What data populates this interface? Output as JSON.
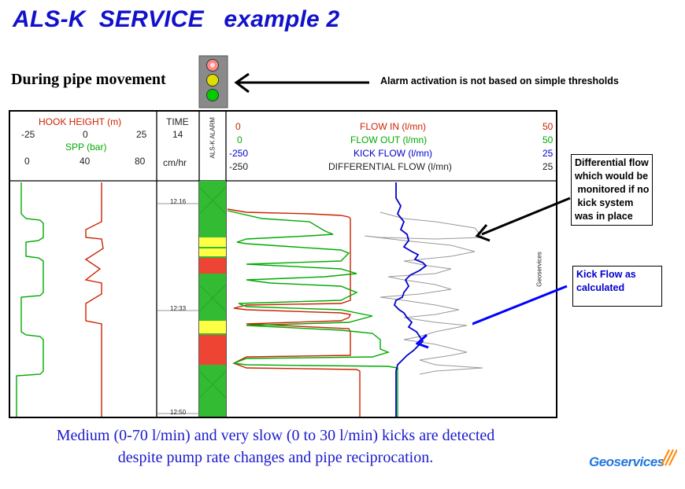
{
  "title": "ALS-K  SERVICE   example 2",
  "subtitle": "During pipe movement",
  "alarm_note": "Alarm activation is not based on simple thresholds",
  "log": {
    "hook_height_label": "HOOK HEIGHT (m)",
    "hook_scale": [
      "-25",
      "0",
      "25"
    ],
    "spp_label": "SPP (bar)",
    "spp_scale": [
      "0",
      "40",
      "80"
    ],
    "time_label": "TIME",
    "time_value": "14",
    "time_unit": "cm/hr",
    "alarm_column_label": "ALS-K ALARM",
    "flow_in": {
      "min": "0",
      "label": "FLOW IN (l/mn)",
      "max": "50"
    },
    "flow_out": {
      "min": "0",
      "label": "FLOW OUT (l/mn)",
      "max": "50"
    },
    "kick_flow": {
      "min": "-250",
      "label": "KICK FLOW (l/mn)",
      "max": "25"
    },
    "diff_flow": {
      "min": "-250",
      "label": "DIFFERENTIAL FLOW (l/mn)",
      "max": "25"
    },
    "time_ticks": [
      "12.16",
      "12:33",
      "12:50"
    ],
    "vertical_watermark": "Geoservices"
  },
  "callouts": {
    "differential": "Differential flow\nwhich would be\n monitored if no\n kick system\nwas in place",
    "kick": "Kick Flow as\ncalculated"
  },
  "caption_line1": "Medium (0-70 l/min) and very slow (0 to 30 l/min) kicks are detected",
  "caption_line2": "despite pump rate changes and pipe reciprocation.",
  "logo_text": "Geoservices",
  "colors": {
    "title": "#1111cc",
    "hook_height": "#cc2200",
    "spp": "#00aa00",
    "flow_in": "#cc2200",
    "flow_out": "#00aa00",
    "kick_flow": "#0000cc",
    "differential_flow": "#999999",
    "alarm_green": "#33bb33",
    "alarm_yellow": "#ffff44",
    "alarm_red": "#ee4433",
    "callout_arrow_black": "#000000",
    "callout_arrow_blue": "#0000ff"
  }
}
